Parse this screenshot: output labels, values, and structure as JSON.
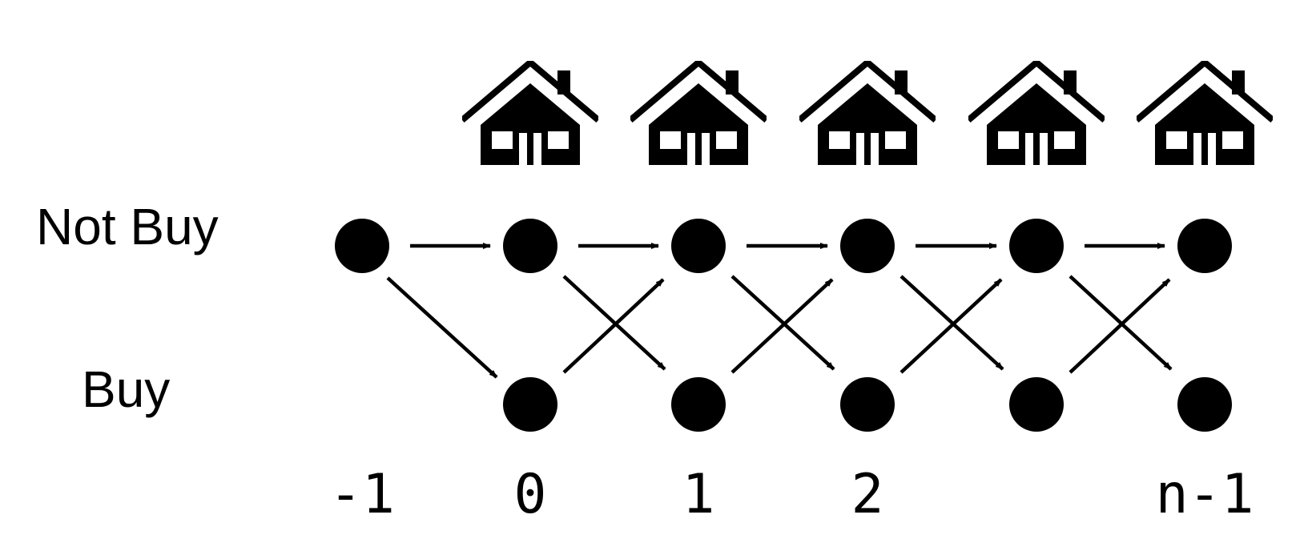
{
  "rows": {
    "top": "Not Buy",
    "bottom": "Buy"
  },
  "indices": [
    "-1",
    "0",
    "1",
    "2",
    "n-1"
  ],
  "icons": {
    "house": "house-icon",
    "count": 5
  },
  "colors": {
    "ink": "#000000",
    "background": "#ffffff"
  }
}
